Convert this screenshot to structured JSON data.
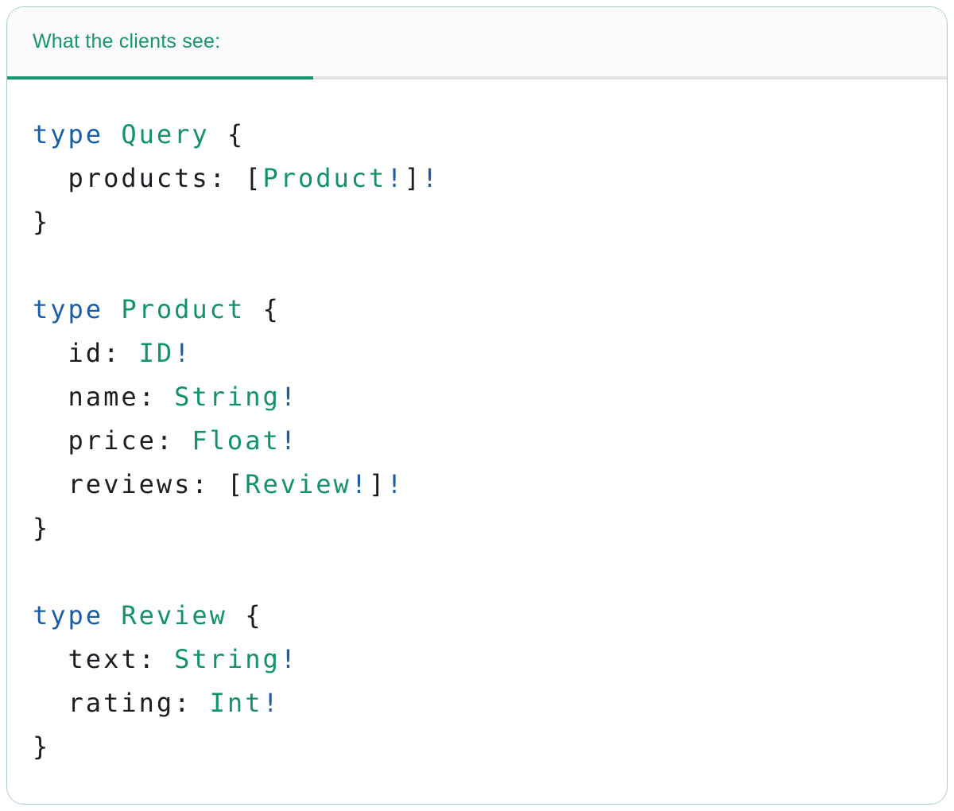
{
  "tab": {
    "label": "What the clients see:"
  },
  "colors": {
    "accent_teal": "#16956e",
    "keyword_blue": "#1a5da6",
    "type_teal": "#11926c",
    "text_dark": "#1a1d21",
    "inactive_line": "#e3e3e3",
    "card_border": "#a9d1bd",
    "header_bg": "#fbfbfb"
  },
  "code": {
    "language": "graphql",
    "lines": [
      [
        {
          "t": "kw",
          "v": "type"
        },
        {
          "t": "plain",
          "v": " "
        },
        {
          "t": "type",
          "v": "Query"
        },
        {
          "t": "plain",
          "v": " {"
        }
      ],
      [
        {
          "t": "plain",
          "v": "  products: ["
        },
        {
          "t": "type",
          "v": "Product"
        },
        {
          "t": "bang",
          "v": "!"
        },
        {
          "t": "plain",
          "v": "]"
        },
        {
          "t": "bang",
          "v": "!"
        }
      ],
      [
        {
          "t": "plain",
          "v": "}"
        }
      ],
      [],
      [
        {
          "t": "kw",
          "v": "type"
        },
        {
          "t": "plain",
          "v": " "
        },
        {
          "t": "type",
          "v": "Product"
        },
        {
          "t": "plain",
          "v": " {"
        }
      ],
      [
        {
          "t": "plain",
          "v": "  id: "
        },
        {
          "t": "type",
          "v": "ID"
        },
        {
          "t": "bang",
          "v": "!"
        }
      ],
      [
        {
          "t": "plain",
          "v": "  name: "
        },
        {
          "t": "type",
          "v": "String"
        },
        {
          "t": "bang",
          "v": "!"
        }
      ],
      [
        {
          "t": "plain",
          "v": "  price: "
        },
        {
          "t": "type",
          "v": "Float"
        },
        {
          "t": "bang",
          "v": "!"
        }
      ],
      [
        {
          "t": "plain",
          "v": "  reviews: ["
        },
        {
          "t": "type",
          "v": "Review"
        },
        {
          "t": "bang",
          "v": "!"
        },
        {
          "t": "plain",
          "v": "]"
        },
        {
          "t": "bang",
          "v": "!"
        }
      ],
      [
        {
          "t": "plain",
          "v": "}"
        }
      ],
      [],
      [
        {
          "t": "kw",
          "v": "type"
        },
        {
          "t": "plain",
          "v": " "
        },
        {
          "t": "type",
          "v": "Review"
        },
        {
          "t": "plain",
          "v": " {"
        }
      ],
      [
        {
          "t": "plain",
          "v": "  text: "
        },
        {
          "t": "type",
          "v": "String"
        },
        {
          "t": "bang",
          "v": "!"
        }
      ],
      [
        {
          "t": "plain",
          "v": "  rating: "
        },
        {
          "t": "type",
          "v": "Int"
        },
        {
          "t": "bang",
          "v": "!"
        }
      ],
      [
        {
          "t": "plain",
          "v": "}"
        }
      ]
    ]
  }
}
